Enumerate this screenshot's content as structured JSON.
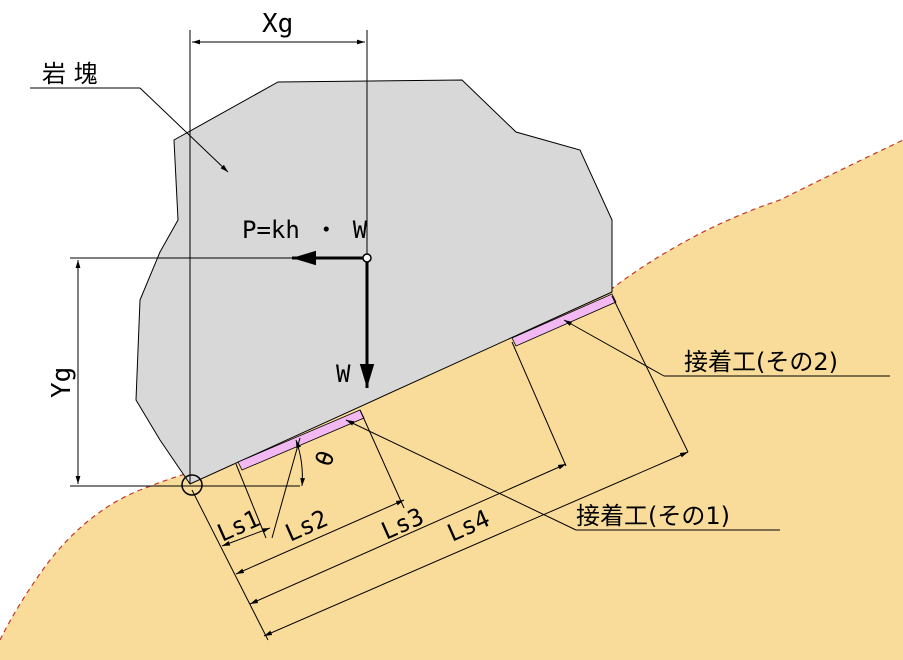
{
  "labels": {
    "rock": "岩 塊",
    "xg": "Xg",
    "yg": "Yg",
    "force": "P=kh ・ W",
    "weight": "W",
    "theta": "θ",
    "ls1": "Ls1",
    "ls2": "Ls2",
    "ls3": "Ls3",
    "ls4": "Ls4",
    "adhesive1": "接着工(その1)",
    "adhesive2": "接着工(その2)"
  },
  "colors": {
    "ground": "#fadc9a",
    "ground_edge": "#c0392b",
    "rock": "#d8d8d8",
    "adhesive": "#f2b8f2"
  }
}
